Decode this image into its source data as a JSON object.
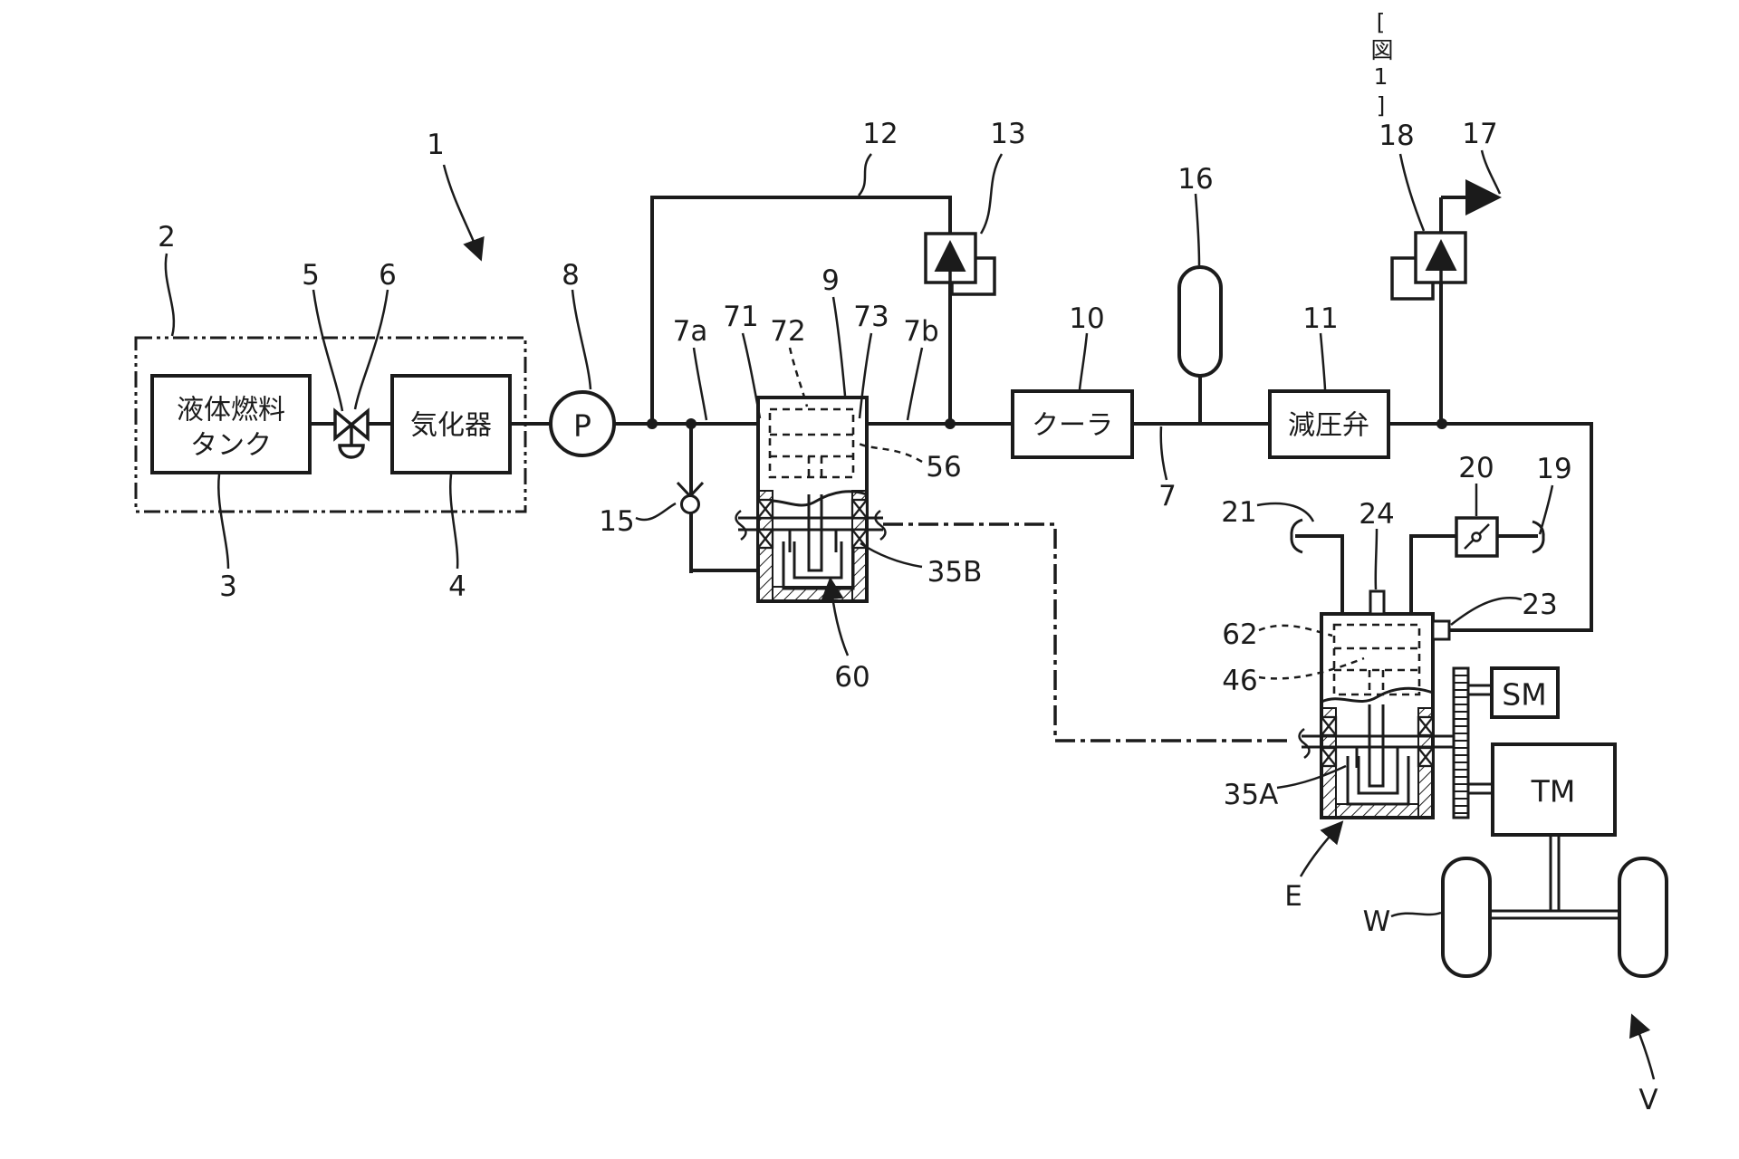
{
  "figure": {
    "tag": "[図1]"
  },
  "colors": {
    "ink": "#1b1b1b",
    "background": "#ffffff"
  },
  "components": {
    "tank_line1": "液体燃料",
    "tank_line2": "タンク",
    "vaporizer": "気化器",
    "pump": "P",
    "cooler": "クーラ",
    "pressure_reducing_valve": "減圧弁",
    "starter_motor": "SM",
    "transmission": "TM"
  },
  "refs": {
    "r1": "1",
    "r2": "2",
    "r3": "3",
    "r4": "4",
    "r5": "5",
    "r6": "6",
    "r7": "7",
    "r7a": "7a",
    "r7b": "7b",
    "r8": "8",
    "r9": "9",
    "r10": "10",
    "r11": "11",
    "r12": "12",
    "r13": "13",
    "r15": "15",
    "r16": "16",
    "r17": "17",
    "r18": "18",
    "r19": "19",
    "r20": "20",
    "r21": "21",
    "r23": "23",
    "r24": "24",
    "r35A": "35A",
    "r35B": "35B",
    "r46": "46",
    "r56": "56",
    "r60": "60",
    "r62": "62",
    "r71": "71",
    "r72": "72",
    "r73": "73",
    "rE": "E",
    "rW": "W",
    "rV": "V"
  }
}
